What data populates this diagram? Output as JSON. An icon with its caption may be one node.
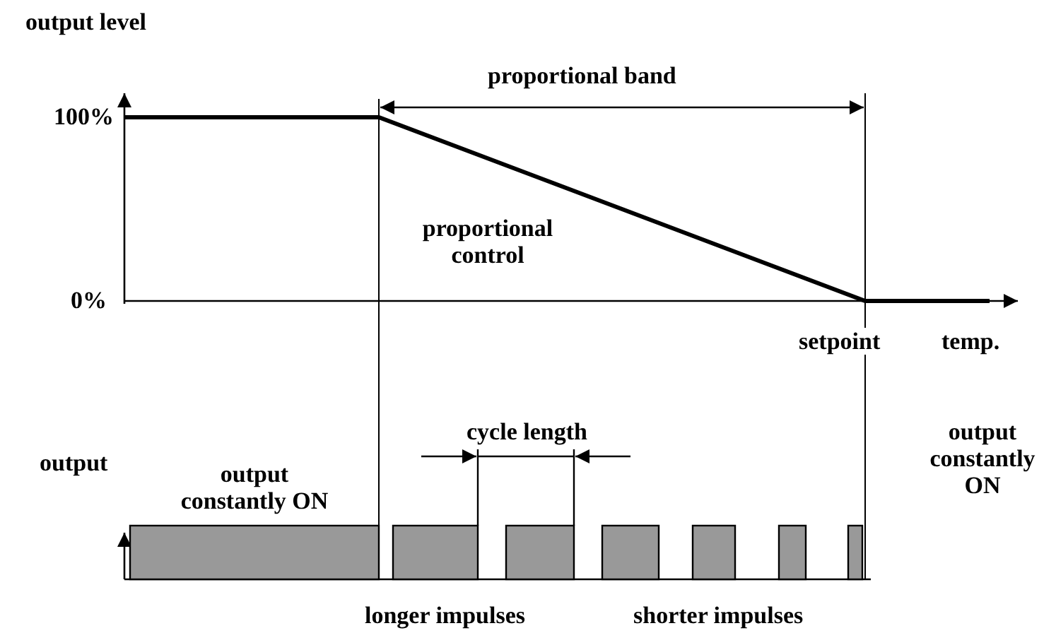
{
  "diagram": {
    "labels": [
      "output level",
      "100%",
      "proportional band",
      "proportional control",
      "0%",
      "setpoint",
      "temp.",
      "output",
      "cycle length",
      "output constantly ON",
      "output constantly ON",
      "longer impulses",
      "shorter impulses"
    ]
  }
}
